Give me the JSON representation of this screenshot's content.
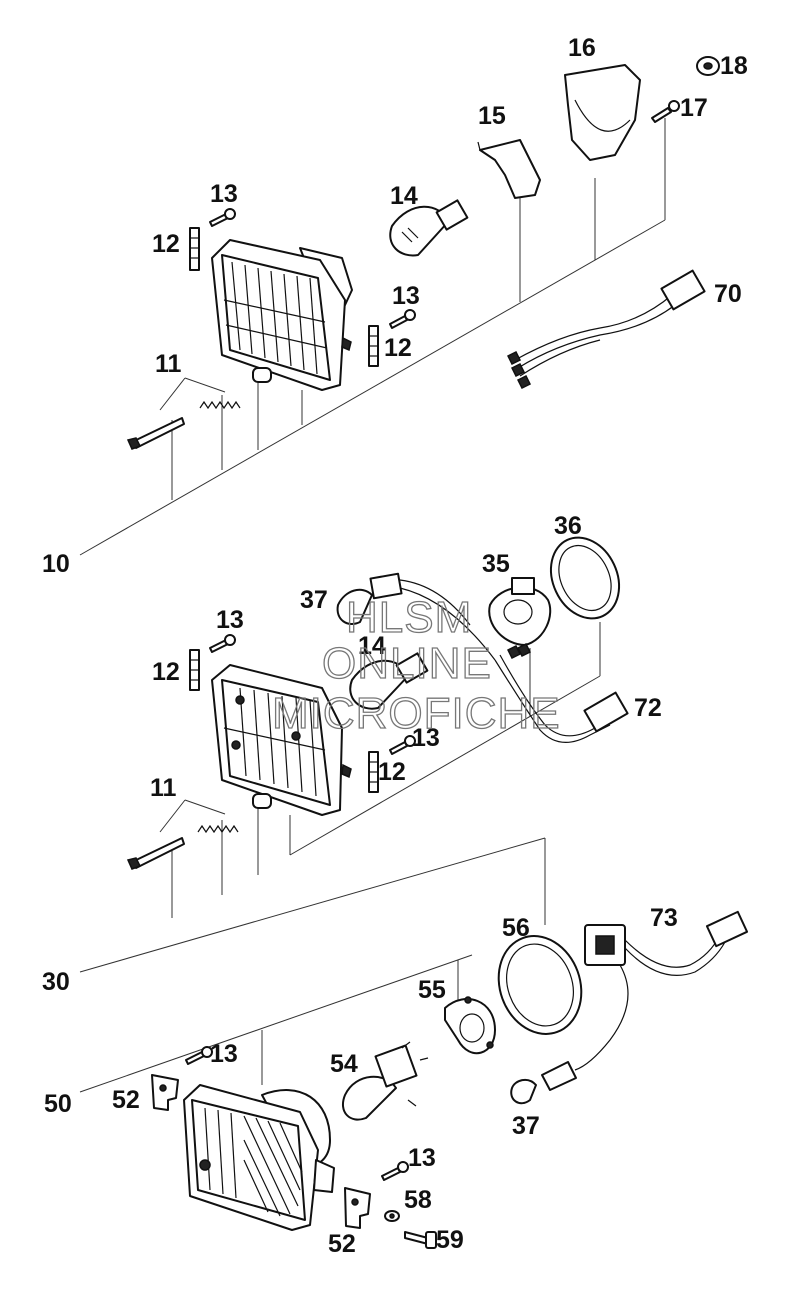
{
  "watermark": {
    "line1": "HLSM",
    "line2": "ONLINE",
    "line3": "MICROFICHE"
  },
  "labels": {
    "p10": "10",
    "p11a": "11",
    "p12a": "12",
    "p13a": "13",
    "p12b": "12",
    "p13b": "13",
    "p14a": "14",
    "p15": "15",
    "p16": "16",
    "p17": "17",
    "p18": "18",
    "p70": "70",
    "p30": "30",
    "p11b": "11",
    "p12c": "12",
    "p13c": "13",
    "p12d": "12",
    "p13d": "13",
    "p14b": "14",
    "p35": "35",
    "p36": "36",
    "p37a": "37",
    "p72": "72",
    "p50": "50",
    "p52a": "52",
    "p13e": "13",
    "p52b": "52",
    "p13f": "13",
    "p54": "54",
    "p55": "55",
    "p56": "56",
    "p37b": "37",
    "p58": "58",
    "p59": "59",
    "p73": "73"
  }
}
